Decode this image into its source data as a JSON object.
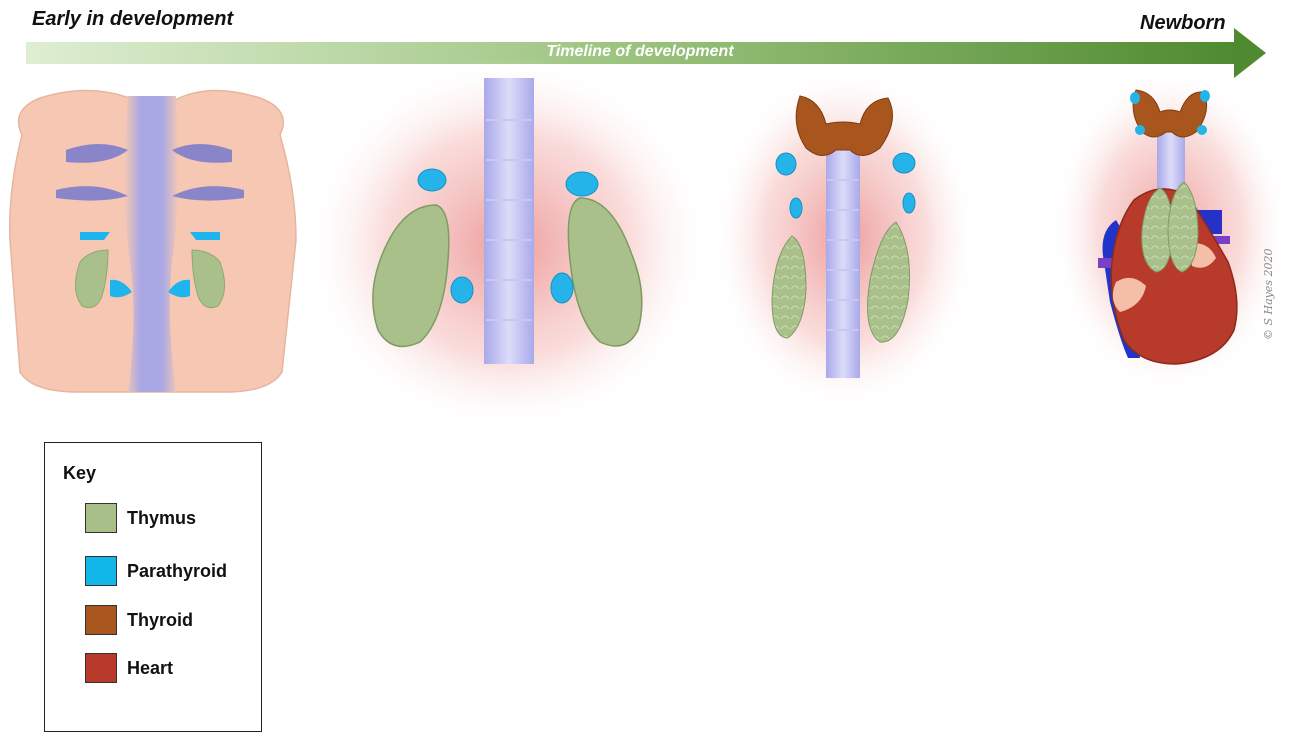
{
  "timeline": {
    "start_label": "Early in development",
    "end_label": "Newborn",
    "arrow_label": "Timeline of development"
  },
  "stages": [
    "pharyngeal-pouches",
    "migrating-glands",
    "descended-glands",
    "newborn-heart"
  ],
  "key": {
    "title": "Key",
    "items": [
      {
        "label": "Thymus",
        "color": "#a8bf89"
      },
      {
        "label": "Parathyroid",
        "color": "#12b7ea"
      },
      {
        "label": "Thyroid",
        "color": "#a9551e"
      },
      {
        "label": "Heart",
        "color": "#b83a2a"
      }
    ]
  },
  "copyright": "© S Hayes 2020"
}
